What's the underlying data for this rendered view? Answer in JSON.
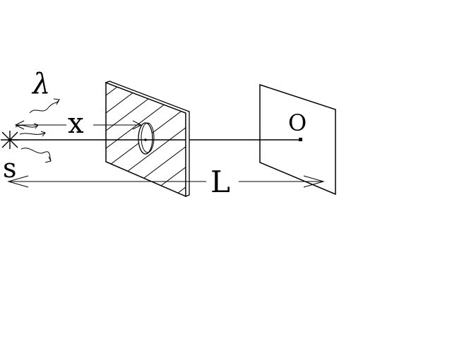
{
  "labels": {
    "wavelength": "λ",
    "distance_x": "x",
    "source": "s",
    "distance_L": "L",
    "observation_point": "O"
  },
  "colors": {
    "ink": "#000000",
    "background": "#ffffff"
  }
}
